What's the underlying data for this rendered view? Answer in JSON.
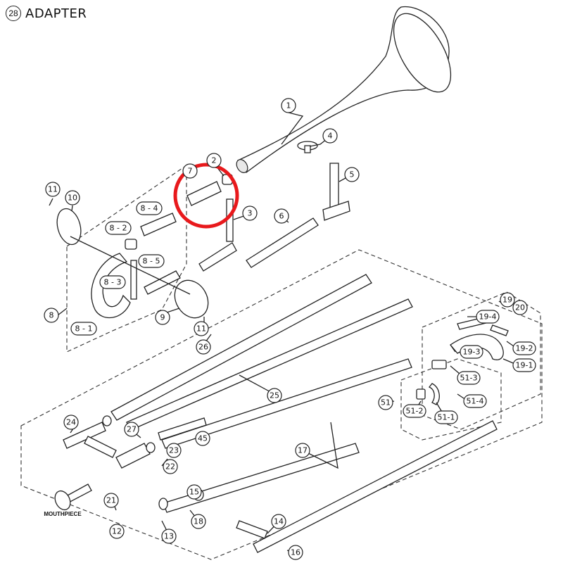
{
  "title": {
    "number": "28",
    "text": "ADAPTER"
  },
  "highlight_color": "#e8191c",
  "captions": {
    "mouthpiece": "MOUTHPIECE"
  },
  "callouts": [
    {
      "id": "c1",
      "label": "1"
    },
    {
      "id": "c2",
      "label": "2"
    },
    {
      "id": "c3",
      "label": "3"
    },
    {
      "id": "c4",
      "label": "4"
    },
    {
      "id": "c5",
      "label": "5"
    },
    {
      "id": "c6",
      "label": "6"
    },
    {
      "id": "c7",
      "label": "7"
    },
    {
      "id": "c8",
      "label": "8"
    },
    {
      "id": "c8_1",
      "label": "8 - 1"
    },
    {
      "id": "c8_2",
      "label": "8 - 2"
    },
    {
      "id": "c8_3",
      "label": "8 - 3"
    },
    {
      "id": "c8_4",
      "label": "8 - 4"
    },
    {
      "id": "c8_5",
      "label": "8 - 5"
    },
    {
      "id": "c9",
      "label": "9"
    },
    {
      "id": "c10",
      "label": "10"
    },
    {
      "id": "c11a",
      "label": "11"
    },
    {
      "id": "c11b",
      "label": "11"
    },
    {
      "id": "c12",
      "label": "12"
    },
    {
      "id": "c13",
      "label": "13"
    },
    {
      "id": "c14",
      "label": "14"
    },
    {
      "id": "c15",
      "label": "15"
    },
    {
      "id": "c16",
      "label": "16"
    },
    {
      "id": "c17",
      "label": "17"
    },
    {
      "id": "c18",
      "label": "18"
    },
    {
      "id": "c19",
      "label": "19"
    },
    {
      "id": "c19_1",
      "label": "19-1"
    },
    {
      "id": "c19_2",
      "label": "19-2"
    },
    {
      "id": "c19_3",
      "label": "19-3"
    },
    {
      "id": "c19_4",
      "label": "19-4"
    },
    {
      "id": "c20",
      "label": "20"
    },
    {
      "id": "c21",
      "label": "21"
    },
    {
      "id": "c22",
      "label": "22"
    },
    {
      "id": "c23",
      "label": "23"
    },
    {
      "id": "c24",
      "label": "24"
    },
    {
      "id": "c25",
      "label": "25"
    },
    {
      "id": "c26",
      "label": "26"
    },
    {
      "id": "c27",
      "label": "27"
    },
    {
      "id": "c45",
      "label": "45"
    },
    {
      "id": "c51",
      "label": "51"
    },
    {
      "id": "c51_1",
      "label": "51-1"
    },
    {
      "id": "c51_2",
      "label": "51-2"
    },
    {
      "id": "c51_3",
      "label": "51-3"
    },
    {
      "id": "c51_4",
      "label": "51-4"
    }
  ]
}
